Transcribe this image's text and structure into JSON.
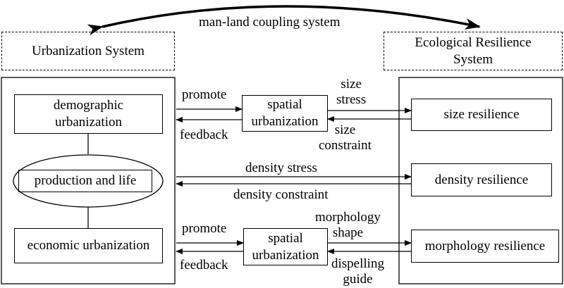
{
  "top_label": "man-land coupling system",
  "urbanization_system": "Urbanization System",
  "ecological_resilience_system": "Ecological Resilience\nSystem",
  "demographic_urbanization": "demographic\nurbanization",
  "production_and_life": "production and life",
  "economic_urbanization": "economic urbanization",
  "spatial_urbanization_top": "spatial\nurbanization",
  "spatial_urbanization_bottom": "spatial\nurbanization",
  "size_resilience": "size resilience",
  "density_resilience": "density resilience",
  "morphology_resilience": "morphology resilience",
  "promote_top": "promote",
  "feedback_top": "feedback",
  "size_stress": "size\nstress",
  "size_constraint": "size\nconstraint",
  "density_stress": "density stress",
  "density_constraint": "density constraint",
  "promote_bottom": "promote",
  "feedback_bottom": "feedback",
  "morphology_shape": "morphology\nshape",
  "dispelling_guide": "dispelling\nguide"
}
